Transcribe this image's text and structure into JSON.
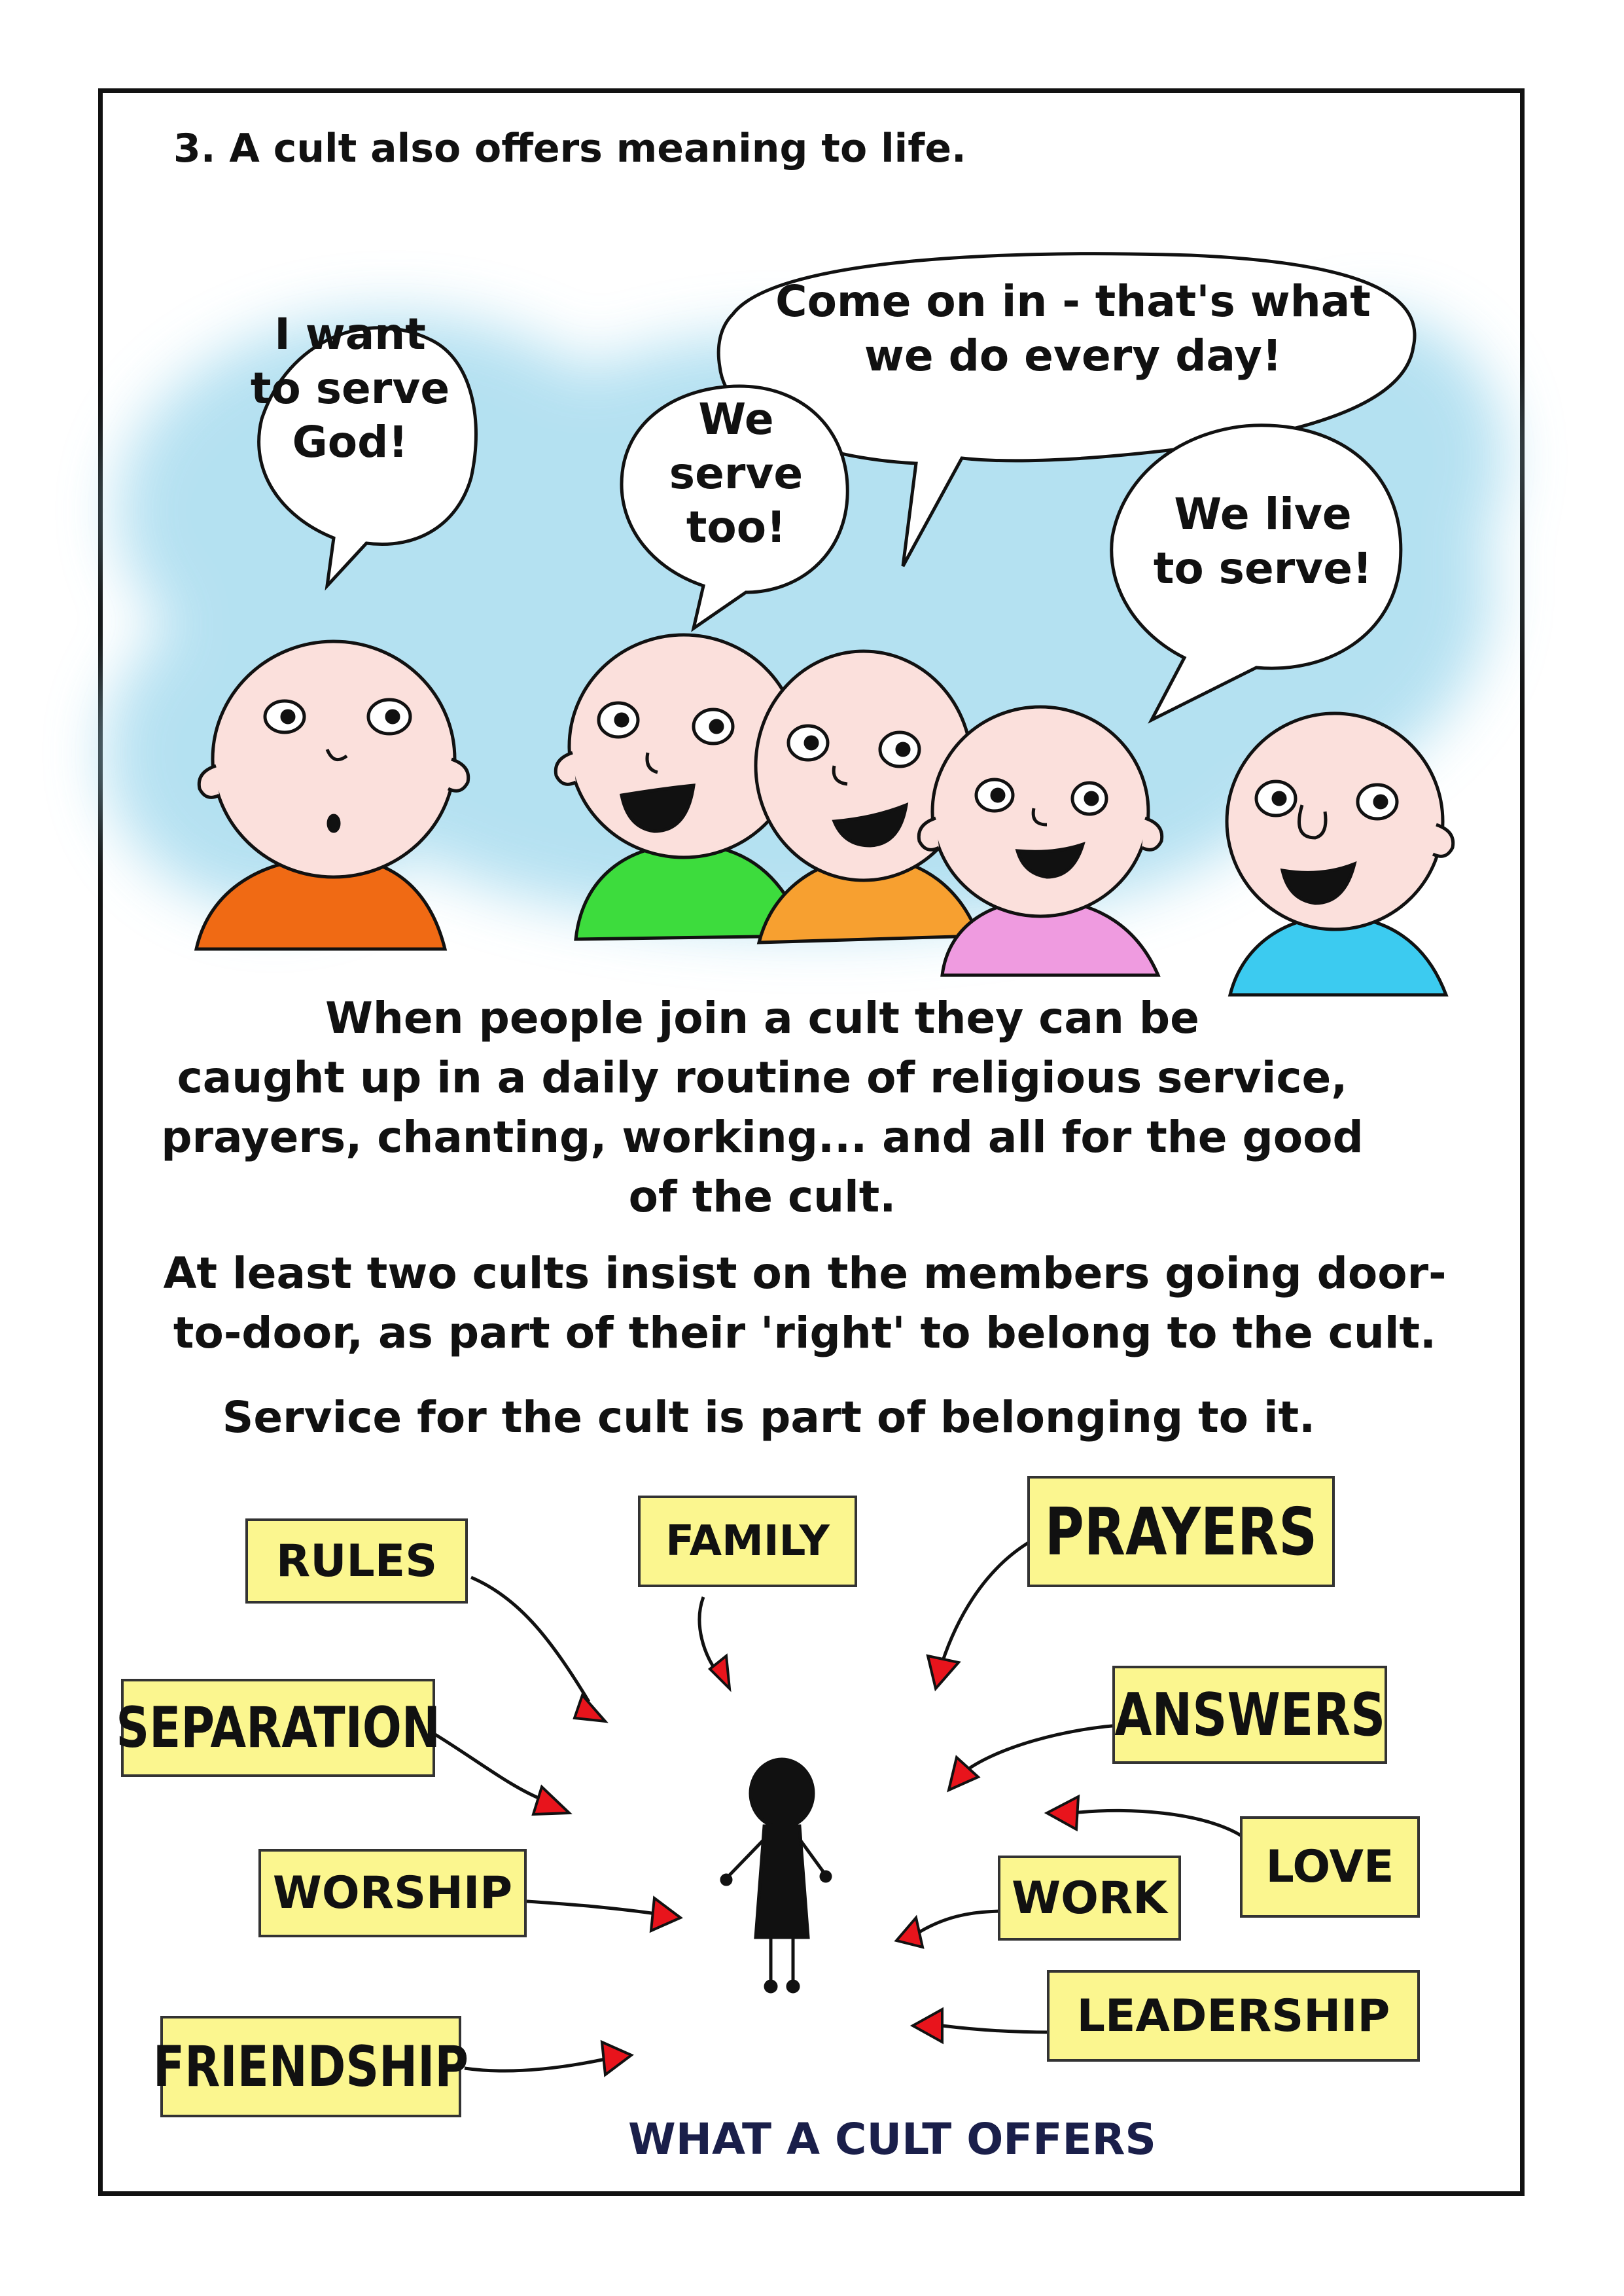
{
  "heading": "3. A cult also offers meaning to life.",
  "bubbles": {
    "serve_god": "I want\nto serve\nGod!",
    "come_on_in": "Come on in - that's what\nwe do every day!",
    "we_serve_too": "We\nserve\ntoo!",
    "we_live_to_serve": "We live\nto serve!"
  },
  "paragraphs": {
    "p1": "When people join a cult they can be\ncaught up in a daily routine of religious service,\nprayers, chanting, working... and all for the good\nof the cult.",
    "p2": "At least two cults insist on the members going door-\nto-door, as part of their 'right' to belong to the cult.",
    "p3": "Service for the cult is part of belonging to it."
  },
  "tags": {
    "rules": "RULES",
    "family": "FAMILY",
    "prayers": "PRAYERS",
    "separation": "SEPARATION",
    "answers": "ANSWERS",
    "worship": "WORSHIP",
    "work": "WORK",
    "love": "LOVE",
    "friendship": "FRIENDSHIP",
    "leadership": "LEADERSHIP"
  },
  "caption": "WHAT A CULT OFFERS",
  "colors": {
    "sky": "#a8dcef",
    "tag_fill": "#fbf68f",
    "arrow_red": "#e8141c",
    "skin": "#fbe0dc",
    "shirt_orange_dark": "#f06a14",
    "shirt_green": "#3ddc3d",
    "shirt_orange": "#f7a030",
    "shirt_pink": "#ef9be0",
    "shirt_blue": "#3ccbf0",
    "caption_navy": "#1a1f4a"
  }
}
